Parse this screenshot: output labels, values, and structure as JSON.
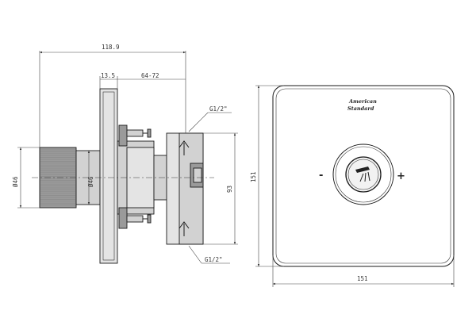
{
  "dimensions": {
    "overall_length": "118.9",
    "flange_offset": "13.5",
    "adjust_range": "64-72",
    "inlet_top": "G1/2\"",
    "inlet_bottom": "G1/2\"",
    "knob_diameter": "Ø46",
    "body_diameter": "Ø46",
    "port_spacing": "93",
    "plate_height": "151",
    "plate_width": "151"
  },
  "faceplate": {
    "brand_line1": "American",
    "brand_line2": "Standard",
    "minus_label": "-",
    "plus_label": "+"
  }
}
